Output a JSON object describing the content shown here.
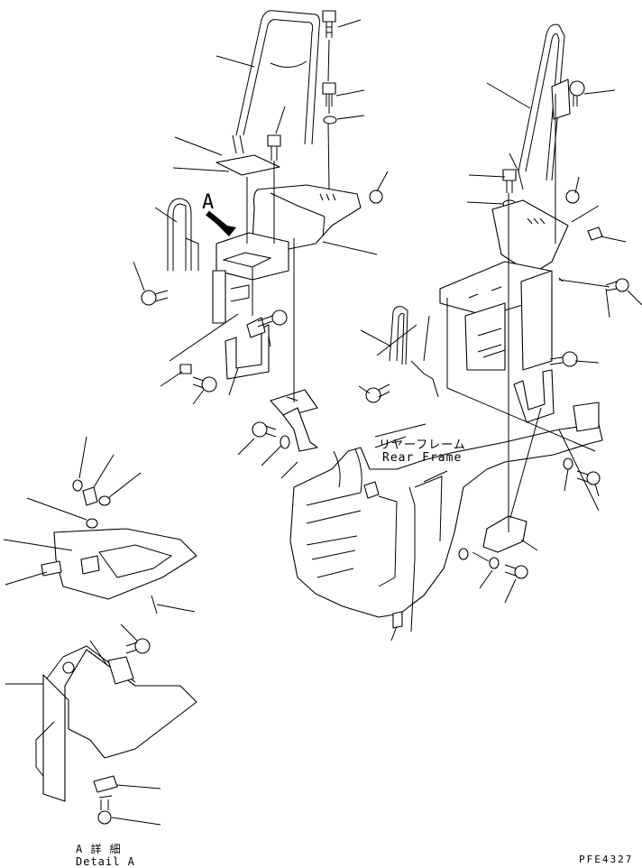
{
  "callout_a": "A",
  "rear_frame_jp": "リヤーフレーム",
  "rear_frame_en": "Rear Frame",
  "detail_jp": "A 詳 細",
  "detail_en": "Detail A",
  "part_no": "PFE4327"
}
